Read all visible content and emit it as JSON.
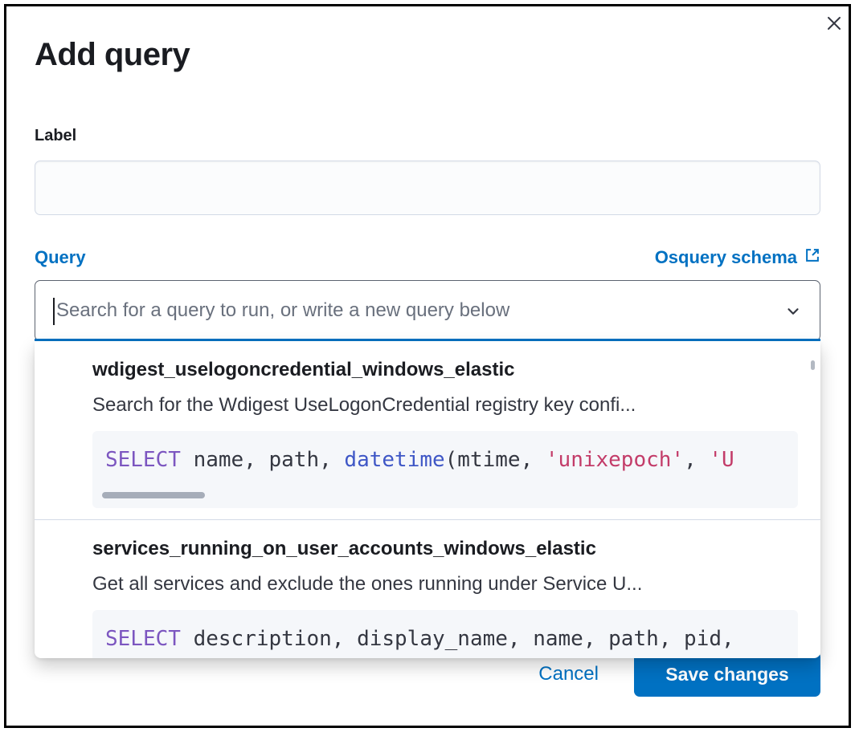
{
  "modal": {
    "title": "Add query"
  },
  "form": {
    "label_field": {
      "label": "Label",
      "value": ""
    },
    "query_field": {
      "label": "Query",
      "schema_link_label": "Osquery schema",
      "placeholder": "Search for a query to run, or write a new query below",
      "value": ""
    }
  },
  "dropdown": {
    "options": [
      {
        "title": "wdigest_uselogoncredential_windows_elastic",
        "description": "Search for the Wdigest UseLogonCredential registry key confi...",
        "code": [
          {
            "type": "keyword",
            "text": "SELECT"
          },
          {
            "type": "plain",
            "text": " name, path, "
          },
          {
            "type": "function",
            "text": "datetime"
          },
          {
            "type": "plain",
            "text": "(mtime, "
          },
          {
            "type": "string",
            "text": "'unixepoch'"
          },
          {
            "type": "plain",
            "text": ", "
          },
          {
            "type": "string",
            "text": "'U"
          }
        ],
        "has_hscrollbar": true
      },
      {
        "title": "services_running_on_user_accounts_windows_elastic",
        "description": "Get all services and exclude the ones running under Service U...",
        "code": [
          {
            "type": "keyword",
            "text": "SELECT"
          },
          {
            "type": "plain",
            "text": " description, display_name, name, path, pid,"
          }
        ],
        "has_hscrollbar": false
      }
    ]
  },
  "footer": {
    "cancel_label": "Cancel",
    "save_label": "Save changes"
  },
  "icons": {
    "close": "close-icon",
    "external_link": "external-link-icon",
    "chevron_down": "chevron-down-icon"
  },
  "colors": {
    "primary": "#0071c2",
    "title_text": "#1a1c21",
    "body_text": "#343741",
    "placeholder": "#69707d",
    "code_bg": "#f5f7fa",
    "code_keyword": "#7c56c0",
    "code_function": "#3f57c6",
    "code_string": "#c33c69",
    "divider": "#d3dae6"
  }
}
